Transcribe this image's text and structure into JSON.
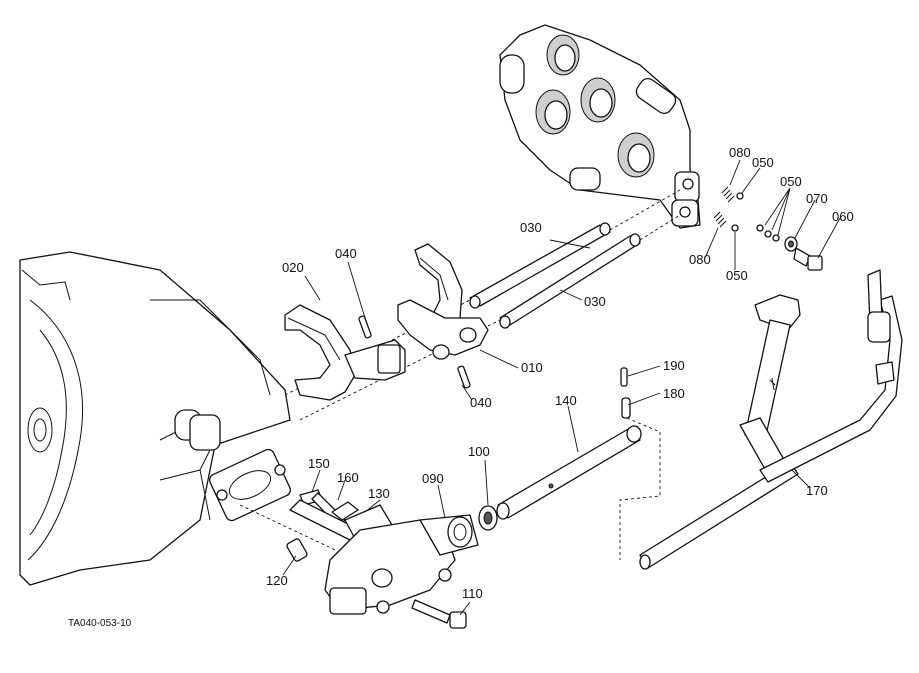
{
  "diagram": {
    "figure_code": "TA040-053-10",
    "callouts": {
      "p010": "010",
      "p020": "020",
      "p030a": "030",
      "p030b": "030",
      "p040a": "040",
      "p040b": "040",
      "p050a": "050",
      "p050b": "050",
      "p050c": "050",
      "p060": "060",
      "p070": "070",
      "p080a": "080",
      "p080b": "080",
      "p090": "090",
      "p100": "100",
      "p110": "110",
      "p120": "120",
      "p130": "130",
      "p140": "140",
      "p150": "150",
      "p160": "160",
      "p170": "170",
      "p180": "180",
      "p190": "190"
    }
  }
}
